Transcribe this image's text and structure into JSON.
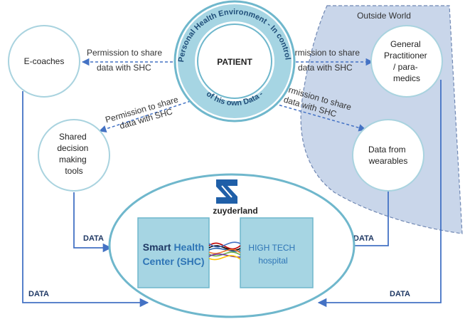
{
  "outside_world": {
    "title": "Outside World"
  },
  "patient": {
    "label": "PATIENT",
    "ring_text_top": "Personal Health Environment - In control",
    "ring_text_bottom": "of his own Data -"
  },
  "nodes": {
    "ecoaches": "E-coaches",
    "gp": [
      "General",
      "Practitioner",
      "/ para-",
      "medics"
    ],
    "shared": [
      "Shared",
      "decision",
      "making",
      "tools"
    ],
    "wearables": [
      "Data from",
      "wearables"
    ]
  },
  "permission": {
    "left": [
      "Permission to share",
      "data with SHC"
    ],
    "right": [
      "Permission to share",
      "data with SHC"
    ],
    "lower_left": [
      "Permission to share",
      "data with SHC"
    ],
    "lower_right": [
      "Permission to share",
      "data with SHC"
    ]
  },
  "logo": {
    "text": "zuyderland"
  },
  "shc": {
    "word1": "Smart",
    "word2": "Health",
    "line2": "Center (SHC)"
  },
  "hospital": {
    "line1": "HIGH TECH",
    "line2": "hospital"
  },
  "data_labels": {
    "inner_left": "DATA",
    "inner_right": "DATA",
    "outer_left": "DATA",
    "outer_right": "DATA"
  },
  "colors": {
    "node_stroke": "#a9d3df",
    "line_blue": "#4472c4",
    "box_fill": "#a6d5e3",
    "outside_fill": "#c9d6ea",
    "patient_ring": "#6fb7cc"
  }
}
